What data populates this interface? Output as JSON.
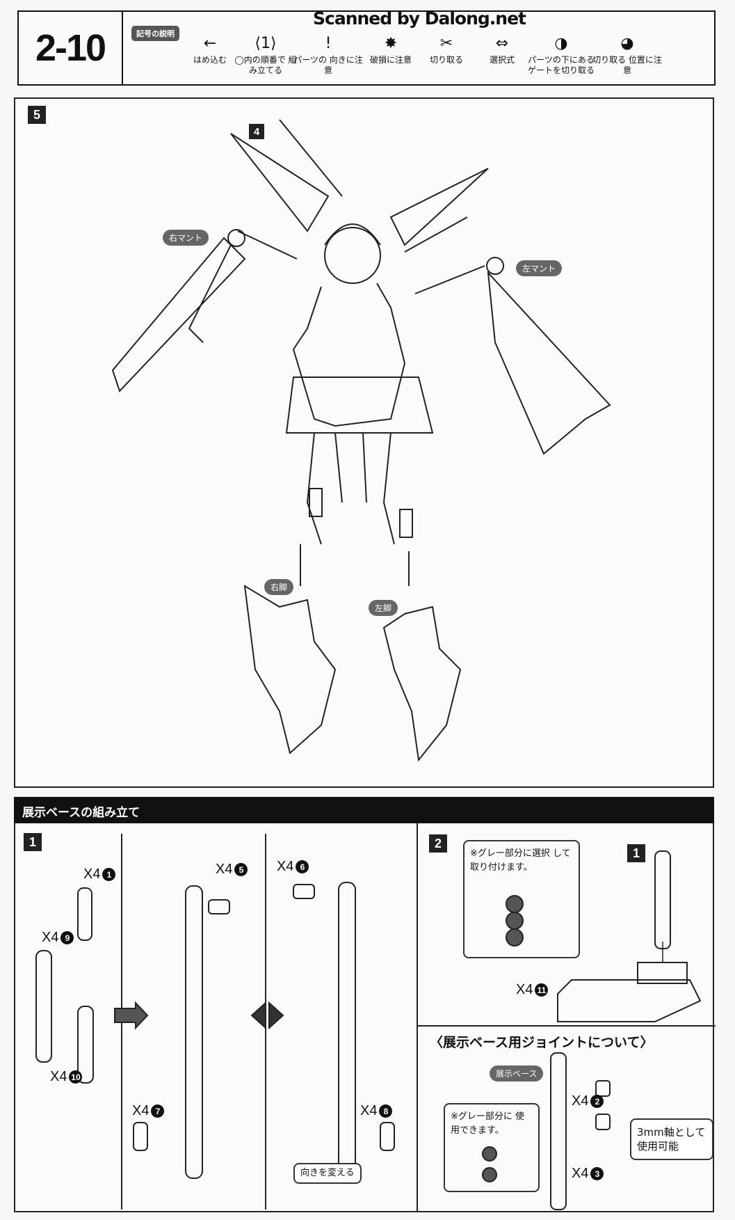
{
  "header": {
    "step": "2-10",
    "watermark": "Scanned by Dalong.net",
    "legend_title": "記号の説明",
    "symbols": [
      {
        "icon": "arrow-left-icon",
        "glyph": "←",
        "label": "はめ込む"
      },
      {
        "icon": "hexagon-number-icon",
        "glyph": "⟨1⟩",
        "label": "◯内の順番で 組み立てる"
      },
      {
        "icon": "exclamation-icon",
        "glyph": "!",
        "label": "パーツの 向きに注意"
      },
      {
        "icon": "break-warning-icon",
        "glyph": "✸",
        "label": "破損に注意"
      },
      {
        "icon": "cut-icon",
        "glyph": "✂",
        "label": "切り取る"
      },
      {
        "icon": "alternate-arrow-icon",
        "glyph": "⇔",
        "label": "選択式"
      },
      {
        "icon": "gate-cut-icon",
        "glyph": "◑",
        "label": "パーツの下にある ゲートを切り取る"
      },
      {
        "icon": "cut-position-icon",
        "glyph": "◕",
        "label": "切り取る 位置に注意"
      }
    ]
  },
  "step5": {
    "badge": "5",
    "sub_badge": "4",
    "right_mantle": "右マント",
    "left_mantle": "左マント",
    "right_leg": "右脚",
    "left_leg": "左脚"
  },
  "base_section": {
    "title": "展示ベースの組み立て",
    "step1": {
      "badge": "1",
      "parts": [
        {
          "qty": "X4",
          "num": "1"
        },
        {
          "qty": "X4",
          "num": "9"
        },
        {
          "qty": "X4",
          "num": "10"
        },
        {
          "qty": "X4",
          "num": "5"
        },
        {
          "qty": "X4",
          "num": "7"
        },
        {
          "qty": "X4",
          "num": "6"
        },
        {
          "qty": "X4",
          "num": "8"
        }
      ],
      "note": "向きを変える"
    },
    "step2": {
      "badge": "2",
      "ref_badge": "1",
      "note": "※グレー部分に選択 して取り付けます。",
      "part": {
        "qty": "X4",
        "num": "11"
      }
    },
    "joint": {
      "title": "〈展示ベース用ジョイントについて〉",
      "base_label": "展示ベース",
      "note": "※グレー部分に 使用できます。",
      "parts": [
        {
          "qty": "X4",
          "num": "2"
        },
        {
          "qty": "X4",
          "num": "3"
        }
      ],
      "callout": "3mm軸として 使用可能"
    }
  }
}
